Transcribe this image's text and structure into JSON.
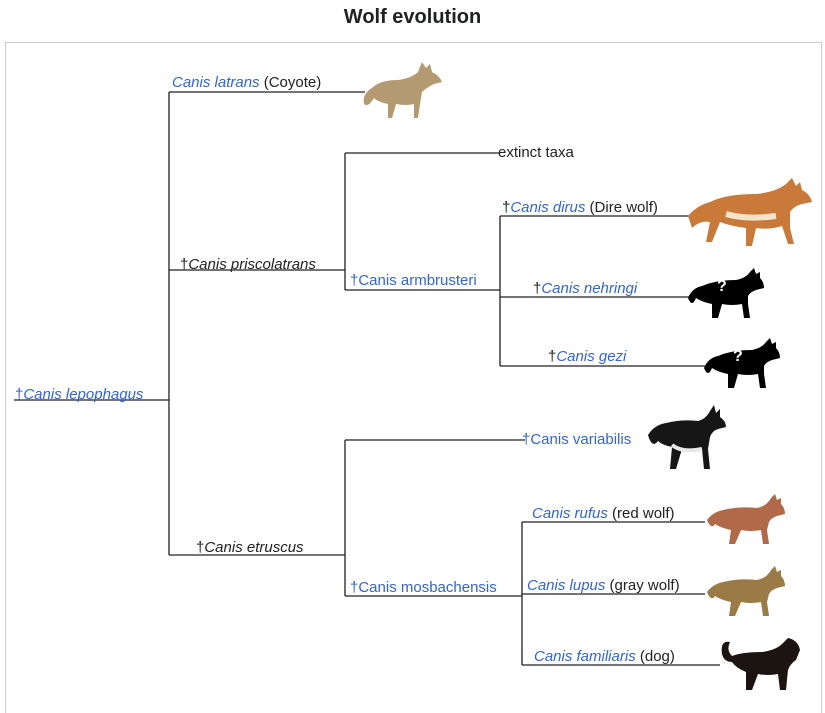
{
  "title": "Wolf evolution",
  "taxa": {
    "root": {
      "dagger": "†",
      "name": "Canis lepophagus",
      "common": ""
    },
    "coyote": {
      "dagger": "",
      "name": "Canis latrans",
      "common": " (Coyote)"
    },
    "priscolatrans": {
      "dagger": "†",
      "name": "Canis priscolatrans",
      "common": ""
    },
    "extinct": {
      "text": "extinct taxa"
    },
    "armbrusteri": {
      "dagger": "†",
      "name": "Canis armbrusteri",
      "common": ""
    },
    "dirus": {
      "dagger": "†",
      "name": "Canis dirus",
      "common": " (Dire wolf)"
    },
    "nehringi": {
      "dagger": "†",
      "name": "Canis nehringi",
      "common": ""
    },
    "gezi": {
      "dagger": "†",
      "name": "Canis gezi",
      "common": ""
    },
    "etruscus": {
      "dagger": "†",
      "name": "Canis etruscus",
      "common": ""
    },
    "variabilis": {
      "dagger": "†",
      "name": "Canis variabilis",
      "common": ""
    },
    "mosbachensis": {
      "dagger": "†",
      "name": "Canis mosbachensis",
      "common": ""
    },
    "rufus": {
      "dagger": "",
      "name": "Canis rufus",
      "common": " (red wolf)"
    },
    "lupus": {
      "dagger": "",
      "name": "Canis lupus",
      "common": " (gray wolf)"
    },
    "familiaris": {
      "dagger": "",
      "name": "Canis familiaris",
      "common": " (dog)"
    }
  },
  "unknown_mark": "?",
  "colors": {
    "line": "#202122",
    "link": "#3366cc",
    "coyote": "#b39a70",
    "dire_wolf": "#c97a3a",
    "red_wolf": "#b06a4a",
    "gray_wolf": "#9a7a45",
    "dog": "#1c1410",
    "silhouette": "#000000",
    "variabilis": "#161616"
  }
}
